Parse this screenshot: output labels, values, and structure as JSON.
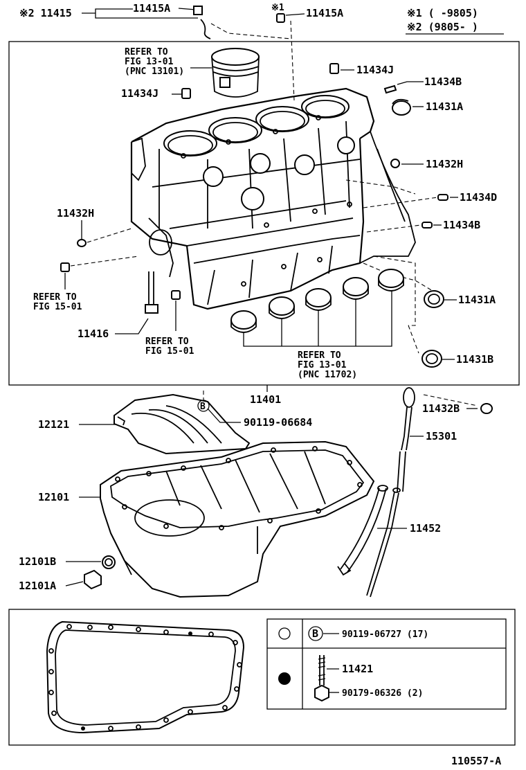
{
  "note_lines": {
    "line1": "※1 (     -9805)",
    "line2": "※2 (9805-     )"
  },
  "labels": {
    "top_11415_prefix": "※2 11415",
    "top_11415A_left": "11415A",
    "top_11415A_right_prefix": "※1",
    "top_11415A_right": "11415A",
    "refer_piston_l1": "REFER TO",
    "refer_piston_l2": "FIG 13-01",
    "refer_piston_l3": "(PNC 13101)",
    "p_11434J_top": "11434J",
    "p_11434J_left": "11434J",
    "p_11434B_top": "11434B",
    "p_11431A_top": "11431A",
    "p_11432H_right": "11432H",
    "p_11432H_left": "11432H",
    "p_11434D": "11434D",
    "p_11434B_mid": "11434B",
    "refer_15_l1": "REFER TO",
    "refer_15_l2": "FIG 15-01",
    "p_11416": "11416",
    "refer_15b_l1": "REFER TO",
    "refer_15b_l2": "FIG 15-01",
    "refer_bearing_l1": "REFER TO",
    "refer_bearing_l2": "FIG 13-01",
    "refer_bearing_l3": "(PNC 11702)",
    "p_11431A_mid": "11431A",
    "p_11431B": "11431B",
    "p_11401": "11401",
    "p_11432B": "11432B",
    "p_12121": "12121",
    "p_90119_06684": "90119-06684",
    "p_15301": "15301",
    "p_12101": "12101",
    "p_11452": "11452",
    "p_12101B": "12101B",
    "p_12101A": "12101A",
    "legend_b": "B",
    "legend_90119_06727": "90119-06727 (17)",
    "legend_11421": "11421",
    "legend_90179_06326": "90179-06326 (2)",
    "bolt_badge": "B",
    "diagram_id": "110557-A"
  }
}
